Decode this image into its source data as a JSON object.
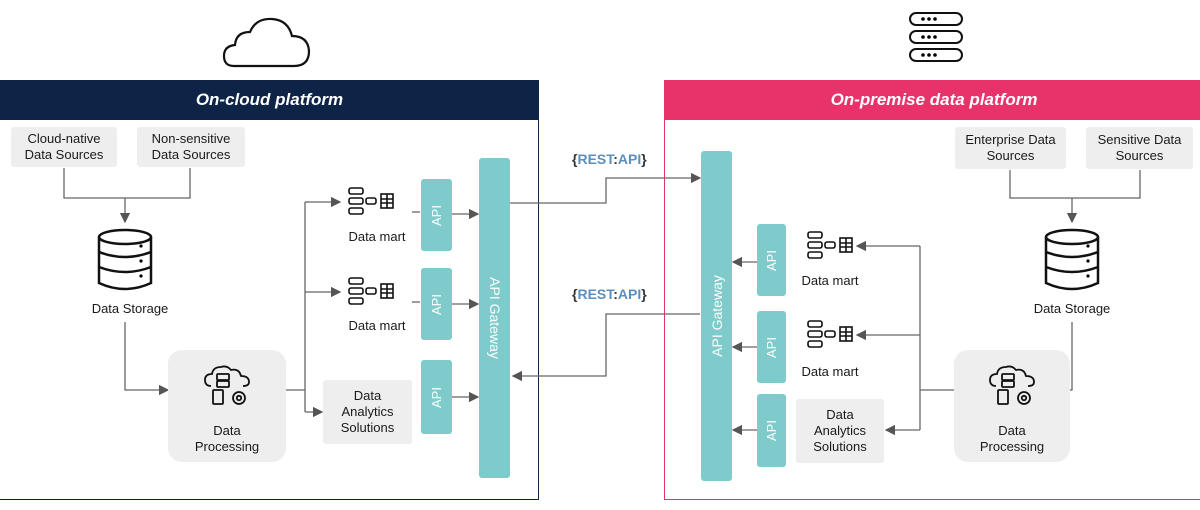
{
  "left": {
    "title": "On-cloud platform",
    "color": "#0d2447",
    "sources": [
      "Cloud-native\nData Sources",
      "Non-sensitive\nData Sources"
    ],
    "storage_label": "Data Storage",
    "processing_label": "Data\nProcessing",
    "datamarts": [
      "Data mart",
      "Data mart"
    ],
    "analytics_label": "Data\nAnalytics\nSolutions",
    "api_labels": [
      "API",
      "API",
      "API"
    ],
    "gateway_label": "API Gateway"
  },
  "right": {
    "title": "On-premise data platform",
    "color": "#e8336a",
    "sources": [
      "Enterprise Data\nSources",
      "Sensitive Data\nSources"
    ],
    "storage_label": "Data Storage",
    "processing_label": "Data\nProcessing",
    "datamarts": [
      "Data mart",
      "Data mart"
    ],
    "analytics_label": "Data\nAnalytics\nSolutions",
    "api_labels": [
      "API",
      "API",
      "API"
    ],
    "gateway_label": "API Gateway"
  },
  "rest": [
    {
      "open": "{",
      "a": "REST",
      "sep": ":",
      "b": "API",
      "close": "}"
    },
    {
      "open": "{",
      "a": "REST",
      "sep": ":",
      "b": "API",
      "close": "}"
    }
  ],
  "icons": [
    "cloud-icon",
    "server-rack-icon",
    "database-icon",
    "data-processing-icon",
    "data-mart-icon"
  ],
  "colors": {
    "api_teal": "#7fcbcb",
    "box_gray": "#eeeeee",
    "arrow": "#555555",
    "rest_blue": "#5b8fc0"
  }
}
